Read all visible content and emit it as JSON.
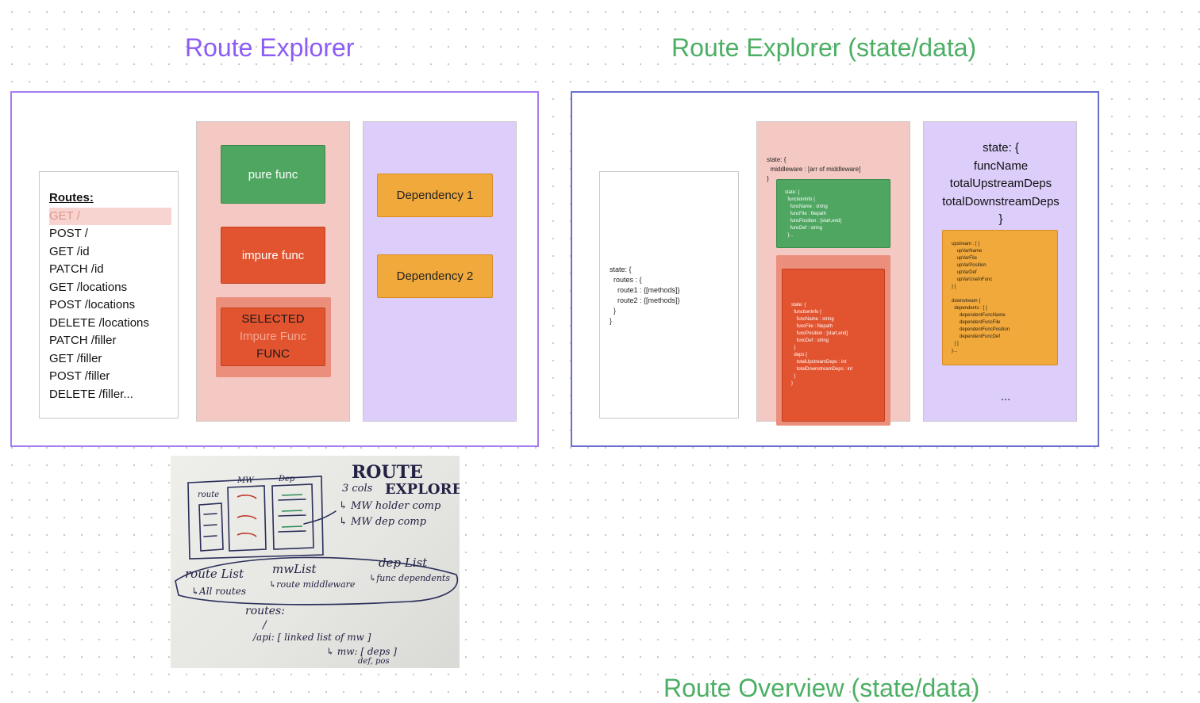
{
  "titles": {
    "left": "Route Explorer",
    "right": "Route Explorer (state/data)",
    "bottom_partial": "Route Overview (state/data)"
  },
  "colors": {
    "purple_title": "#8b5cf6",
    "green_title": "#4caf64",
    "pink_col": "#f5c9c3",
    "purple_col": "#dccdfa",
    "green_card": "#4ea661",
    "red_card": "#e2542f",
    "orange_card": "#f2a93b"
  },
  "routes_panel": {
    "heading": "Routes:",
    "selected": "GET /",
    "items": [
      "POST /",
      "GET /id",
      "PATCH /id",
      "GET /locations",
      "POST /locations",
      "DELETE /locations",
      "PATCH /filler",
      "GET /filler",
      "POST /filler",
      "DELETE /filler..."
    ]
  },
  "middleware_col": {
    "pure": "pure func",
    "impure": "impure func",
    "selected_line1": "SELECTED",
    "selected_line2": "Impure Func",
    "selected_line3": "FUNC"
  },
  "deps_col": {
    "dep1": "Dependency 1",
    "dep2": "Dependency 2"
  },
  "state_panel": {
    "routes_state": "state: {\n  routes : {\n    route1 : {[methods]}\n    route2 : {[methods]}\n  }\n}",
    "mw_state": "state: {\n  middleware : [arr of middleware]\n}",
    "green_state": "state: {\n  functionInfo {\n    funcName : string\n    funcFile : filepath\n    funcPosition : [start,end]\n    funcDef : string\n  }...",
    "red_state": "state: {\n  functionInfo {\n    funcName : string\n    funcFile : filepath\n    funcPosition : [start,end]\n    funcDef : string\n  }\n  deps {\n    totalUpstreamDeps : int\n    totalDownstreamDeps : int\n  }\n}",
    "deps_state_header": "state: {\nfuncName\ntotalUpstreamDeps\ntotalDownstreamDeps\n}",
    "orange_state": "upstream : [ {\n    upVarName\n    upVarFile\n    upVarPosition\n    upVarDef\n    upVarUseInFunc\n} ]\n\ndownstream {\n  dependents : [ {\n      dependentFuncName\n      dependentFuncFile\n      dependentFuncPosition\n      dependentFuncDef\n  } ]\n}...",
    "ellipsis": "..."
  },
  "whiteboard_photo": {
    "heading1": "ROUTE",
    "heading2": "EXPLORER",
    "note1": "3 cols",
    "note2": "↳ MW holder comp",
    "note3": "↳ MW dep comp",
    "col_label_route": "route",
    "col_label_mw": "MW",
    "col_label_dep": "Dep",
    "list1": "route List",
    "list1_sub": "↳All routes",
    "list2": "mwList",
    "list2_sub": "↳route middleware",
    "list3": "dep List",
    "list3_sub": "↳func dependents",
    "routes_note": "routes:",
    "slash": "/",
    "api_note": "/api: [ linked list of mw ]",
    "mw_note": "↳ mw: [ deps ]",
    "def_pos": "def, pos"
  }
}
